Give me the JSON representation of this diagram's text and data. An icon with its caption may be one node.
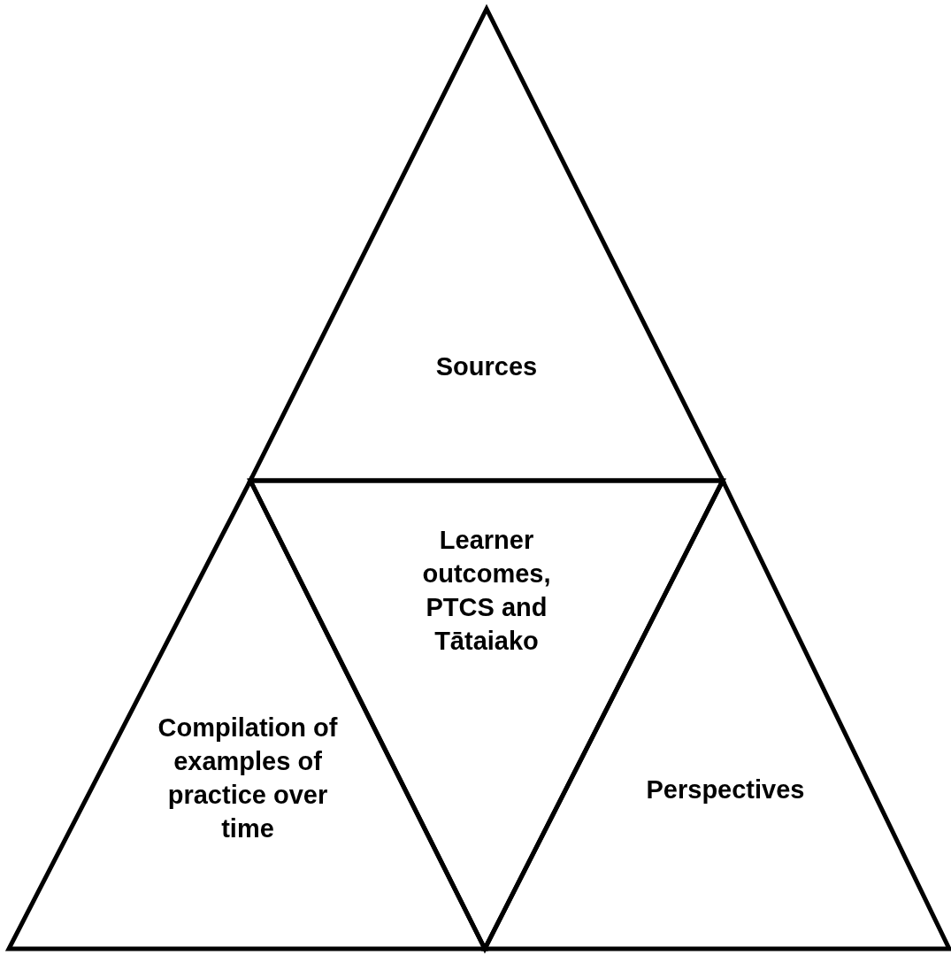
{
  "diagram": {
    "nodes": [
      {
        "text": [
          "Sources"
        ]
      },
      {
        "text": [
          "Learner outcomes, PTCS and Tātaiako"
        ]
      },
      {
        "text": [
          "Compilation of examples of practice over time"
        ]
      },
      {
        "text": [
          "Perspectives"
        ]
      }
    ]
  }
}
